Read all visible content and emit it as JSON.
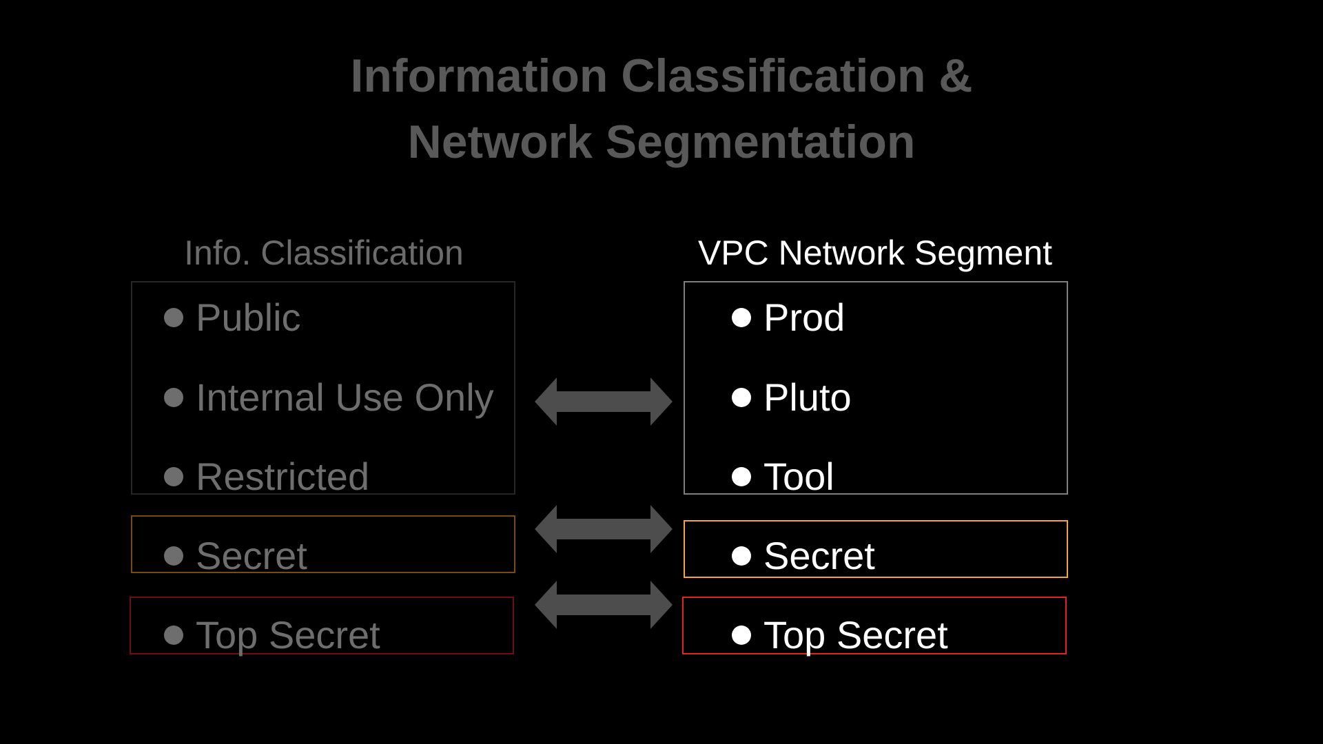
{
  "title": {
    "line1": "Information Classification &",
    "line2": "Network Segmentation"
  },
  "left": {
    "heading": "Info. Classification",
    "group_items": [
      "Public",
      "Internal Use Only",
      "Restricted"
    ],
    "secret": "Secret",
    "top_secret": "Top Secret"
  },
  "right": {
    "heading": "VPC Network Segment",
    "group_items": [
      "Prod",
      "Pluto",
      "Tool"
    ],
    "secret": "Secret",
    "top_secret": "Top Secret"
  },
  "colors": {
    "background": "#000000",
    "title": "#595959",
    "dim_text": "#6e6e6e",
    "bright_text": "#ffffff",
    "arrow": "#4d4d4d",
    "left_group_border": "#262626",
    "left_secret_border": "#7a4a14",
    "left_top_secret_border": "#6b0f12",
    "right_group_border": "#7f7f7f",
    "right_secret_border": "#f4a640",
    "right_top_secret_border": "#e02424"
  },
  "icons": {
    "bullet": "bullet-dot-icon",
    "arrow": "double-arrow-icon"
  }
}
